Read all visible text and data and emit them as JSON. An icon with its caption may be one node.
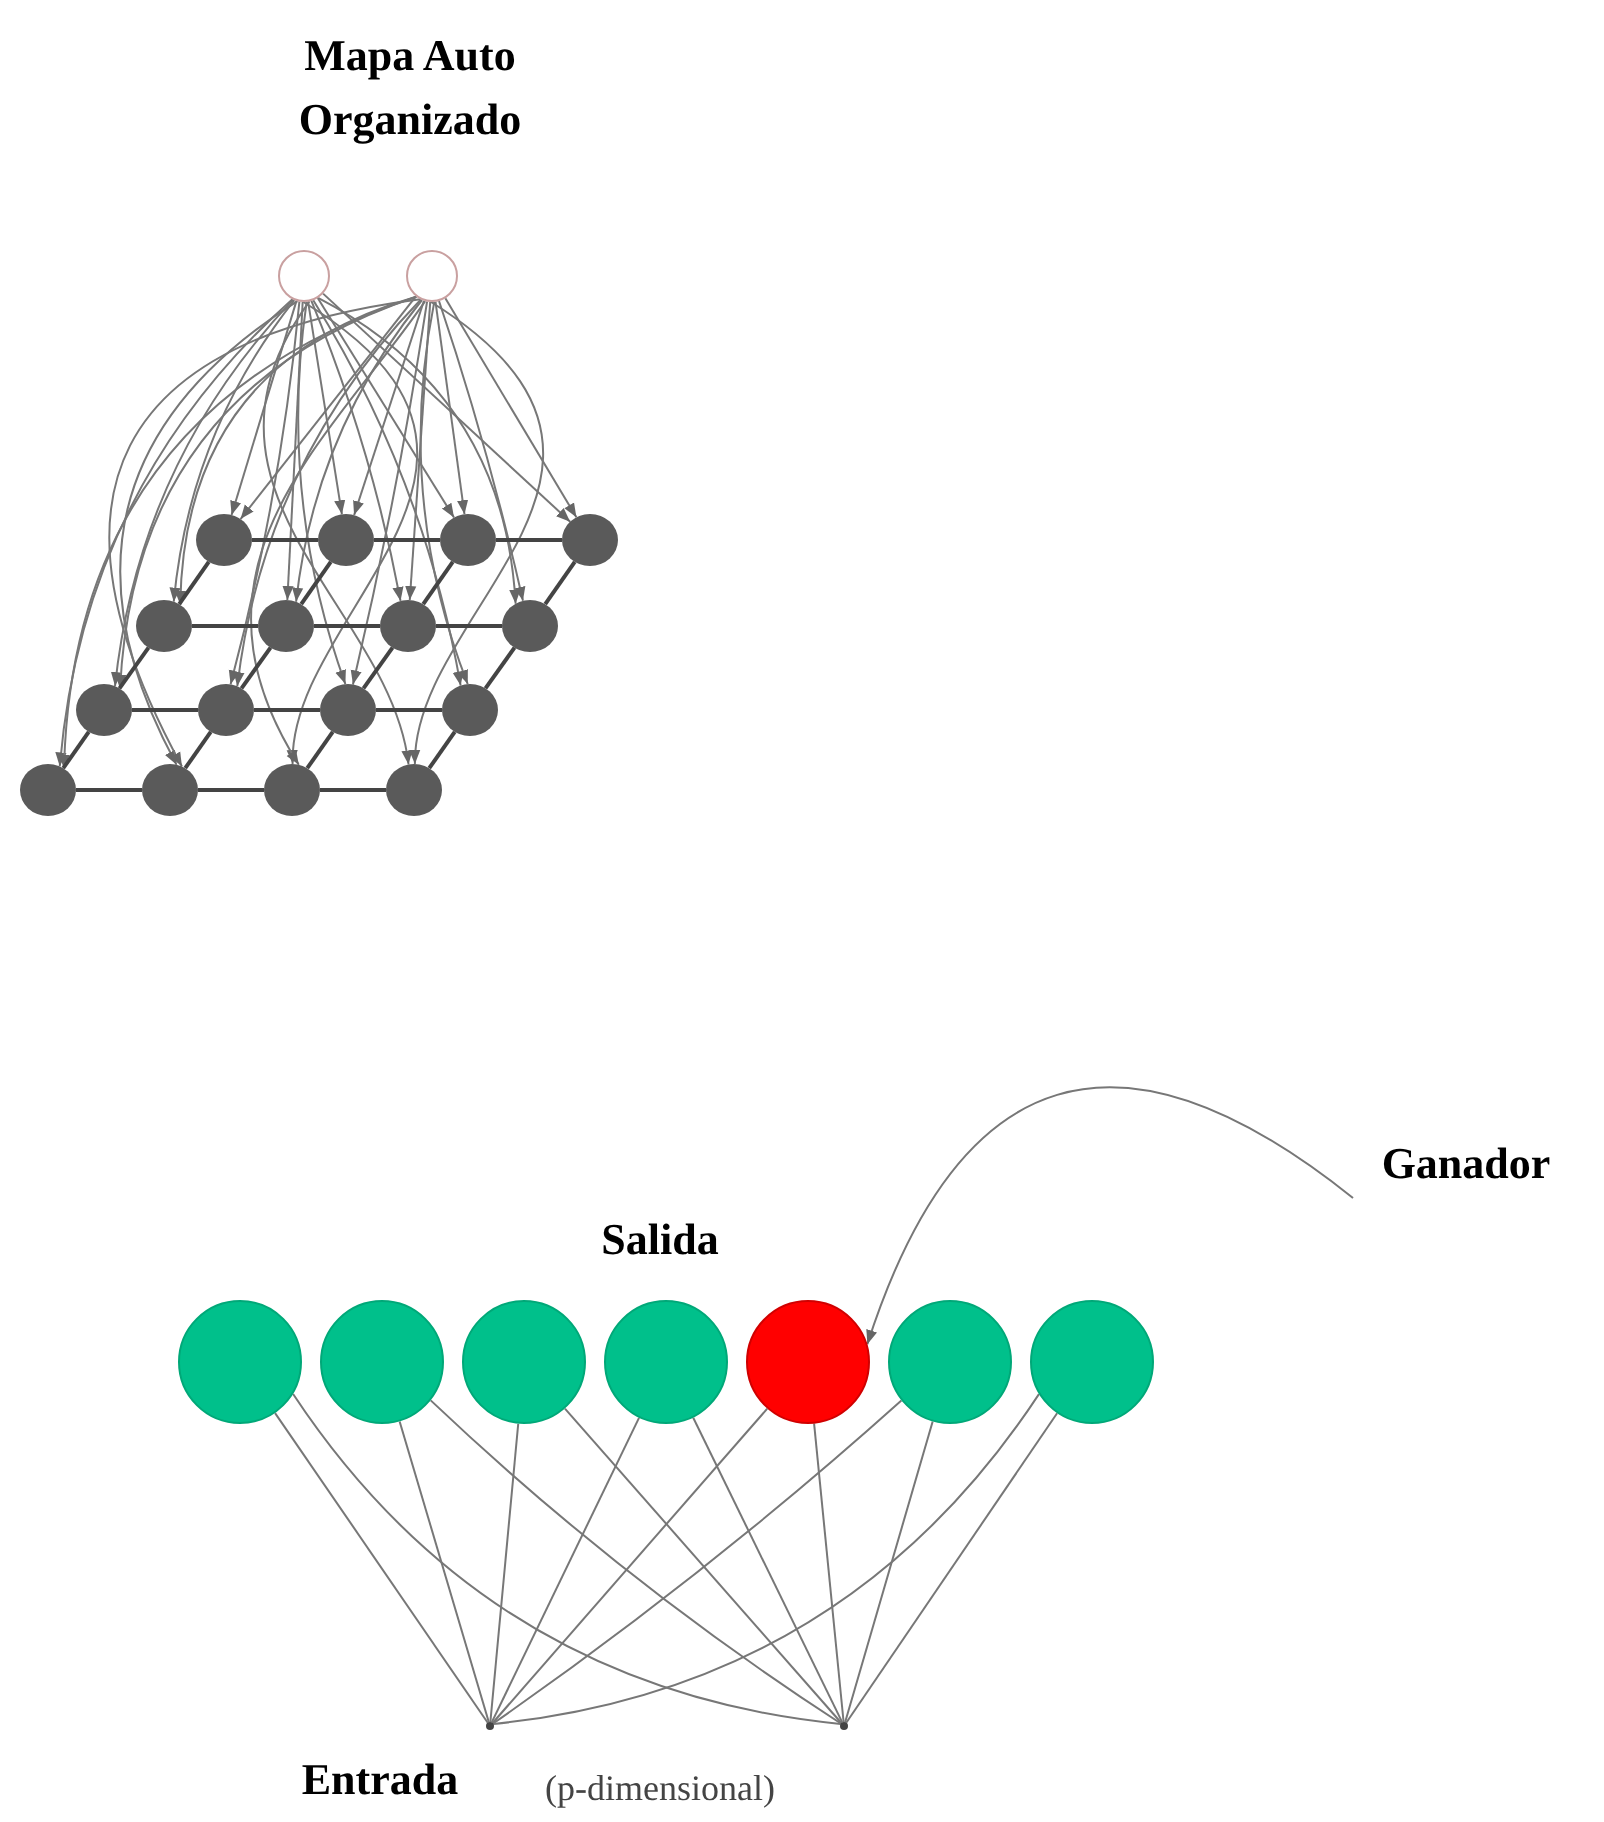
{
  "diagram": {
    "nodes": [
      {
        "text": [],
        "shape": "circle"
      },
      {
        "text": [],
        "shape": "circle"
      },
      {
        "text": [],
        "shape": "circle"
      },
      {
        "text": [],
        "shape": "circle"
      },
      {
        "text": [],
        "shape": "circle"
      },
      {
        "text": [],
        "shape": "circle"
      },
      {
        "text": [],
        "shape": "circle"
      },
      {
        "text": [],
        "shape": "circle"
      },
      {
        "text": [],
        "shape": "circle"
      },
      {
        "text": [],
        "shape": "circle"
      },
      {
        "text": [],
        "shape": "circle"
      },
      {
        "text": [],
        "shape": "circle"
      },
      {
        "text": [],
        "shape": "circle"
      },
      {
        "text": [],
        "shape": "circle"
      },
      {
        "text": [],
        "shape": "circle"
      },
      {
        "text": [],
        "shape": "circle"
      },
      {
        "text": [],
        "shape": "circle"
      },
      {
        "text": [],
        "shape": "circle"
      },
      {
        "text": [],
        "shape": "circle"
      },
      {
        "text": [],
        "shape": "circle"
      },
      {
        "text": [],
        "shape": "circle"
      },
      {
        "text": [],
        "shape": "circle"
      },
      {
        "text": [],
        "shape": "circle"
      },
      {
        "text": [],
        "shape": "circle"
      },
      {
        "text": [],
        "shape": "circle"
      },
      {
        "text": [],
        "shape": "point"
      },
      {
        "text": [],
        "shape": "point"
      },
      {
        "text": [
          "Ganador"
        ]
      }
    ],
    "edges": [
      {
        "from": 0,
        "to": 2,
        "arrow": "to"
      },
      {
        "from": 0,
        "to": 3,
        "arrow": "to"
      },
      {
        "from": 0,
        "to": 4,
        "arrow": "to"
      },
      {
        "from": 0,
        "to": 5,
        "arrow": "to"
      },
      {
        "from": 0,
        "to": 6,
        "arrow": "to"
      },
      {
        "from": 0,
        "to": 7,
        "arrow": "to"
      },
      {
        "from": 0,
        "to": 8,
        "arrow": "to"
      },
      {
        "from": 0,
        "to": 9,
        "arrow": "to"
      },
      {
        "from": 0,
        "to": 10,
        "arrow": "to"
      },
      {
        "from": 0,
        "to": 11,
        "arrow": "to"
      },
      {
        "from": 0,
        "to": 12,
        "arrow": "to"
      },
      {
        "from": 0,
        "to": 13,
        "arrow": "to"
      },
      {
        "from": 0,
        "to": 14,
        "arrow": "to"
      },
      {
        "from": 0,
        "to": 15,
        "arrow": "to"
      },
      {
        "from": 0,
        "to": 16,
        "arrow": "to"
      },
      {
        "from": 0,
        "to": 17,
        "arrow": "to"
      },
      {
        "from": 1,
        "to": 2,
        "arrow": "to"
      },
      {
        "from": 1,
        "to": 3,
        "arrow": "to"
      },
      {
        "from": 1,
        "to": 4,
        "arrow": "to"
      },
      {
        "from": 1,
        "to": 5,
        "arrow": "to"
      },
      {
        "from": 1,
        "to": 6,
        "arrow": "to"
      },
      {
        "from": 1,
        "to": 7,
        "arrow": "to"
      },
      {
        "from": 1,
        "to": 8,
        "arrow": "to"
      },
      {
        "from": 1,
        "to": 9,
        "arrow": "to"
      },
      {
        "from": 1,
        "to": 10,
        "arrow": "to"
      },
      {
        "from": 1,
        "to": 11,
        "arrow": "to"
      },
      {
        "from": 1,
        "to": 12,
        "arrow": "to"
      },
      {
        "from": 1,
        "to": 13,
        "arrow": "to"
      },
      {
        "from": 1,
        "to": 14,
        "arrow": "to"
      },
      {
        "from": 1,
        "to": 15,
        "arrow": "to"
      },
      {
        "from": 1,
        "to": 16,
        "arrow": "to"
      },
      {
        "from": 1,
        "to": 17,
        "arrow": "to"
      },
      {
        "from": 2,
        "to": 3,
        "arrow": "none"
      },
      {
        "from": 3,
        "to": 4,
        "arrow": "none"
      },
      {
        "from": 4,
        "to": 5,
        "arrow": "none"
      },
      {
        "from": 6,
        "to": 7,
        "arrow": "none"
      },
      {
        "from": 7,
        "to": 8,
        "arrow": "none"
      },
      {
        "from": 8,
        "to": 9,
        "arrow": "none"
      },
      {
        "from": 10,
        "to": 11,
        "arrow": "none"
      },
      {
        "from": 11,
        "to": 12,
        "arrow": "none"
      },
      {
        "from": 12,
        "to": 13,
        "arrow": "none"
      },
      {
        "from": 14,
        "to": 15,
        "arrow": "none"
      },
      {
        "from": 15,
        "to": 16,
        "arrow": "none"
      },
      {
        "from": 16,
        "to": 17,
        "arrow": "none"
      },
      {
        "from": 2,
        "to": 6,
        "arrow": "none"
      },
      {
        "from": 6,
        "to": 10,
        "arrow": "none"
      },
      {
        "from": 10,
        "to": 14,
        "arrow": "none"
      },
      {
        "from": 3,
        "to": 7,
        "arrow": "none"
      },
      {
        "from": 7,
        "to": 11,
        "arrow": "none"
      },
      {
        "from": 11,
        "to": 15,
        "arrow": "none"
      },
      {
        "from": 4,
        "to": 8,
        "arrow": "none"
      },
      {
        "from": 8,
        "to": 12,
        "arrow": "none"
      },
      {
        "from": 12,
        "to": 16,
        "arrow": "none"
      },
      {
        "from": 5,
        "to": 9,
        "arrow": "none"
      },
      {
        "from": 9,
        "to": 13,
        "arrow": "none"
      },
      {
        "from": 13,
        "to": 17,
        "arrow": "none"
      },
      {
        "from": 25,
        "to": 18,
        "arrow": "none"
      },
      {
        "from": 25,
        "to": 19,
        "arrow": "none"
      },
      {
        "from": 25,
        "to": 20,
        "arrow": "none"
      },
      {
        "from": 25,
        "to": 21,
        "arrow": "none"
      },
      {
        "from": 25,
        "to": 22,
        "arrow": "none"
      },
      {
        "from": 25,
        "to": 23,
        "arrow": "none"
      },
      {
        "from": 25,
        "to": 24,
        "arrow": "none"
      },
      {
        "from": 26,
        "to": 18,
        "arrow": "none"
      },
      {
        "from": 26,
        "to": 19,
        "arrow": "none"
      },
      {
        "from": 26,
        "to": 20,
        "arrow": "none"
      },
      {
        "from": 26,
        "to": 21,
        "arrow": "none"
      },
      {
        "from": 26,
        "to": 22,
        "arrow": "none"
      },
      {
        "from": 26,
        "to": 23,
        "arrow": "none"
      },
      {
        "from": 26,
        "to": 24,
        "arrow": "none"
      },
      {
        "from": 27,
        "to": 22,
        "arrow": "to"
      }
    ],
    "labels": [
      "Mapa Auto Organizado",
      "Salida",
      "Entrada",
      "(p-dimensional)"
    ]
  }
}
